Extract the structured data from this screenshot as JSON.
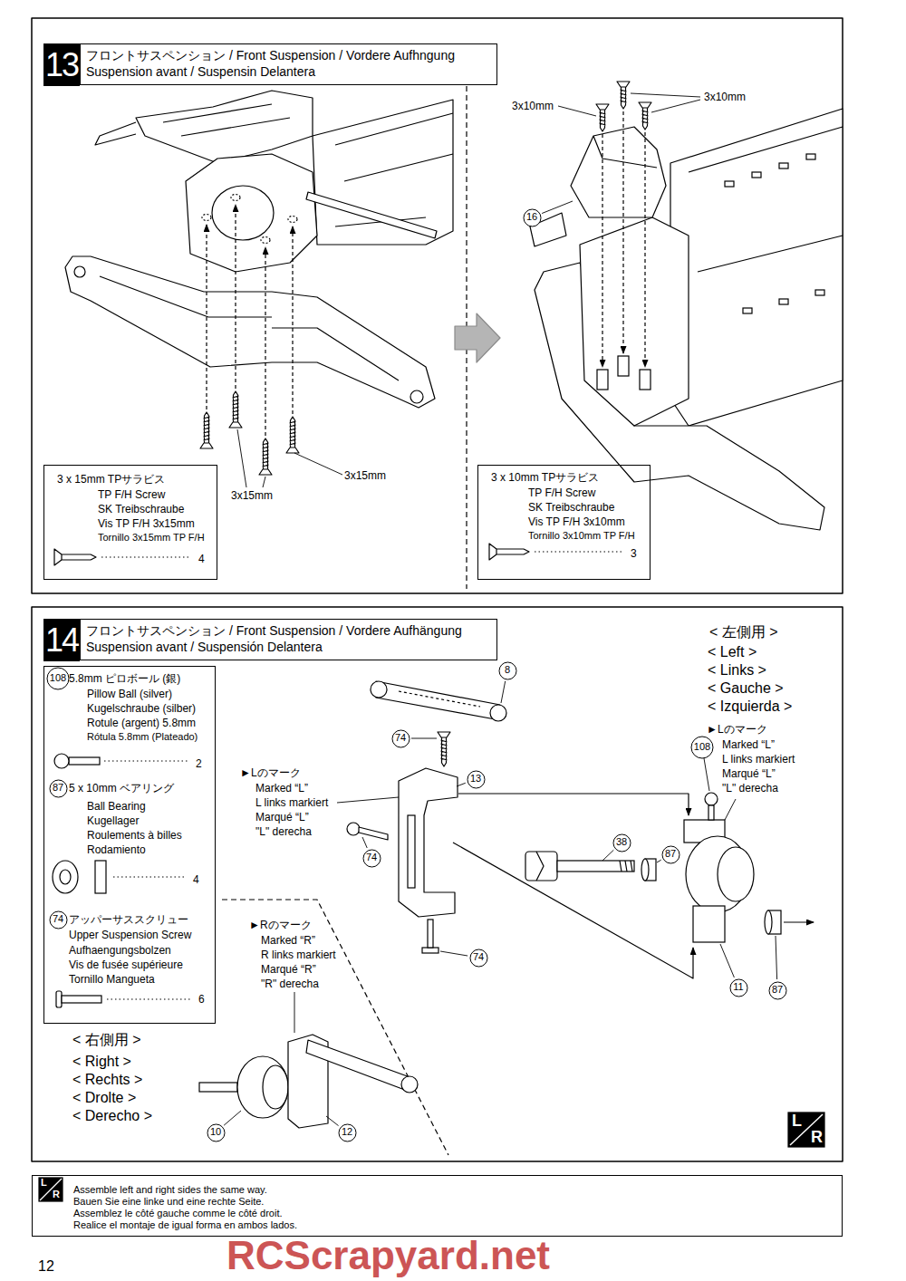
{
  "diagram": {
    "nodes": [
      {
        "text": [
          "13"
        ]
      },
      {
        "text": [
          "フロントサスペンション / Front Suspension / Vordere Aufhngung Suspension avant / Suspensin Delantera"
        ]
      },
      {
        "text": [
          "3 x 15mm TPサラビス",
          "TP F/H Screw",
          "SK Treibschraube",
          "Vis TP F/H 3x15mm",
          "Tornillo 3x15mm TP F/H",
          "4"
        ]
      },
      {
        "text": [
          "3 x 10mm TPサラビス",
          "TP F/H Screw",
          "SK Treibschraube",
          "Vis TP F/H 3x10mm",
          "Tornillo 3x10mm TP F/H",
          "3"
        ]
      },
      {
        "text": [
          "16"
        ]
      },
      {
        "text": [
          "14"
        ]
      },
      {
        "text": [
          "フロントサスペンション / Front Suspension / Vordere Aufhängung Suspension avant / Suspensión Delantera"
        ]
      },
      {
        "text": [
          "5.8mm ピロボール (銀)",
          "Pillow Ball (silver)",
          "Kugelschraube (silber)",
          "Rotule (argent) 5.8mm",
          "Rótula 5.8mm (Plateado)",
          "2",
          "5 x 10mm ベアリング",
          "Ball Bearing",
          "Kugellager",
          "Roulements à billes",
          "Rodamiento",
          "4",
          "アッパーサススクリュー",
          "Upper Suspension Screw",
          "Aufhaengungsbolzen",
          "Vis de fusée supérieure",
          "Tornillo Mangueta",
          "6"
        ]
      },
      {
        "text": [
          "108"
        ],
        "in": 7
      },
      {
        "text": [
          "87"
        ],
        "in": 7
      },
      {
        "text": [
          "74"
        ],
        "in": 7
      },
      {
        "text": [
          "8"
        ]
      },
      {
        "text": [
          "74"
        ]
      },
      {
        "text": [
          "13"
        ]
      },
      {
        "text": [
          "74"
        ]
      },
      {
        "text": [
          "74"
        ]
      },
      {
        "text": [
          "38"
        ]
      },
      {
        "text": [
          "87"
        ]
      },
      {
        "text": [
          "108"
        ]
      },
      {
        "text": [
          "11"
        ]
      },
      {
        "text": [
          "87"
        ]
      },
      {
        "text": [
          "10"
        ]
      },
      {
        "text": [
          "12"
        ]
      },
      {
        "text": [
          "Assemble left and right sides the same way.",
          "Bauen Sie eine linke und eine rechte Seite.",
          "Assemblez le côté gauche comme le côté droit.",
          "Realice el montaje de igual forma en ambos lados."
        ]
      }
    ],
    "labels": [
      "3x15mm",
      "3x15mm",
      "3x10mm",
      "3x10mm",
      "< 左側用 >",
      "< Left >",
      "< Links >",
      "< Gauche >",
      "< Izquierda >",
      "►Lのマーク",
      "Marked “L”",
      "L links markiert",
      "Marqué “L”",
      "\"L\" derecha",
      "►Lのマーク",
      "Marked “L”",
      "L links markiert",
      "Marqué “L”",
      "\"L\" derecha",
      "►Rのマーク",
      "Marked “R”",
      "R links markiert",
      "Marqué “R”",
      "\"R\" derecha",
      "< 右側用 >",
      "< Right >",
      "< Rechts >",
      "< Drolte >",
      "< Derecho >",
      "L",
      "R",
      "L",
      "R",
      "12",
      "RCScrapyard.net"
    ]
  }
}
